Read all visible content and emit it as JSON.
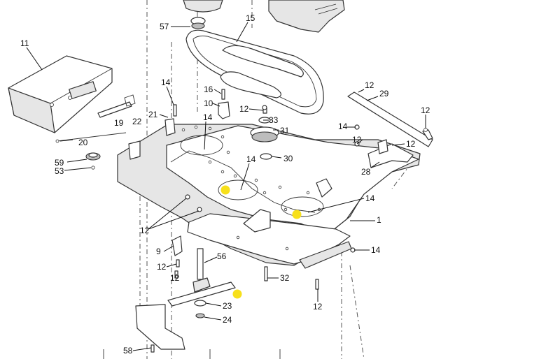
{
  "diagram": {
    "callouts": [
      "11",
      "57",
      "15",
      "14",
      "16",
      "10",
      "12",
      "33",
      "21",
      "31",
      "19",
      "22",
      "14",
      "20",
      "30",
      "59",
      "53",
      "14",
      "12",
      "29",
      "12",
      "14",
      "12",
      "12",
      "28",
      "14",
      "1",
      "12",
      "9",
      "56",
      "14",
      "12",
      "12",
      "32",
      "23",
      "24",
      "12",
      "58"
    ],
    "marker_color": "#f7e01b",
    "line_color": "#333333"
  }
}
